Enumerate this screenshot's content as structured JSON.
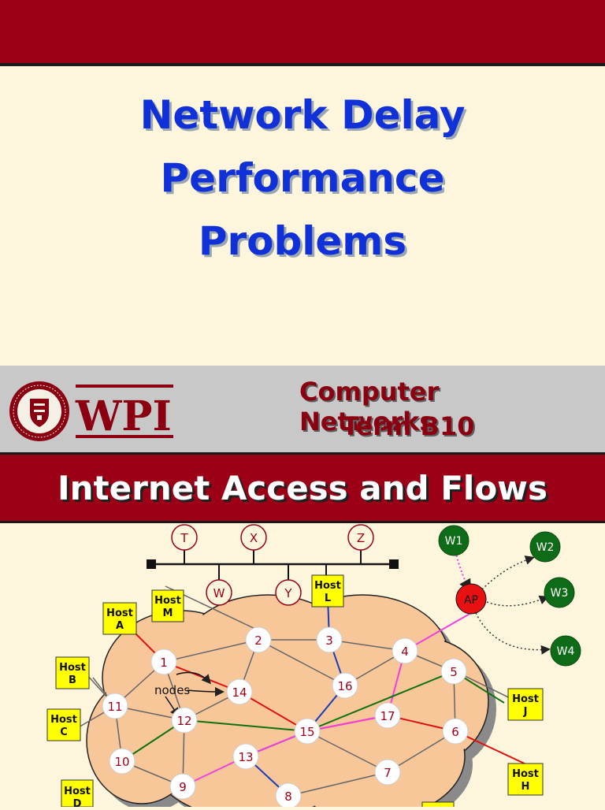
{
  "title": {
    "line1": "Network Delay",
    "line2": "Performance",
    "line3": "Problems"
  },
  "logo": {
    "wordmark": "WPI",
    "seal_text": "WORCESTER POLYTECHNIC INSTITUTE • 1865"
  },
  "course": {
    "name": "Computer Networks",
    "term": "Term B10"
  },
  "section_title": "Internet Access and Flows",
  "diagram": {
    "ethernet_stations": [
      "T",
      "X",
      "Z",
      "W",
      "Y"
    ],
    "wireless": {
      "access_point": "AP",
      "stations": [
        "W1",
        "W2",
        "W3",
        "W4"
      ]
    },
    "hosts": [
      {
        "line1": "Host",
        "line2": "M"
      },
      {
        "line1": "Host",
        "line2": "L"
      },
      {
        "line1": "Host",
        "line2": "A"
      },
      {
        "line1": "Host",
        "line2": "B"
      },
      {
        "line1": "Host",
        "line2": "C"
      },
      {
        "line1": "Host",
        "line2": "D"
      },
      {
        "line1": "Host",
        "line2": "J"
      },
      {
        "line1": "Host",
        "line2": "H"
      }
    ],
    "nodes": [
      "1",
      "2",
      "3",
      "4",
      "5",
      "6",
      "7",
      "8",
      "9",
      "10",
      "11",
      "12",
      "13",
      "14",
      "15",
      "16",
      "17"
    ],
    "nodes_label": "nodes"
  }
}
